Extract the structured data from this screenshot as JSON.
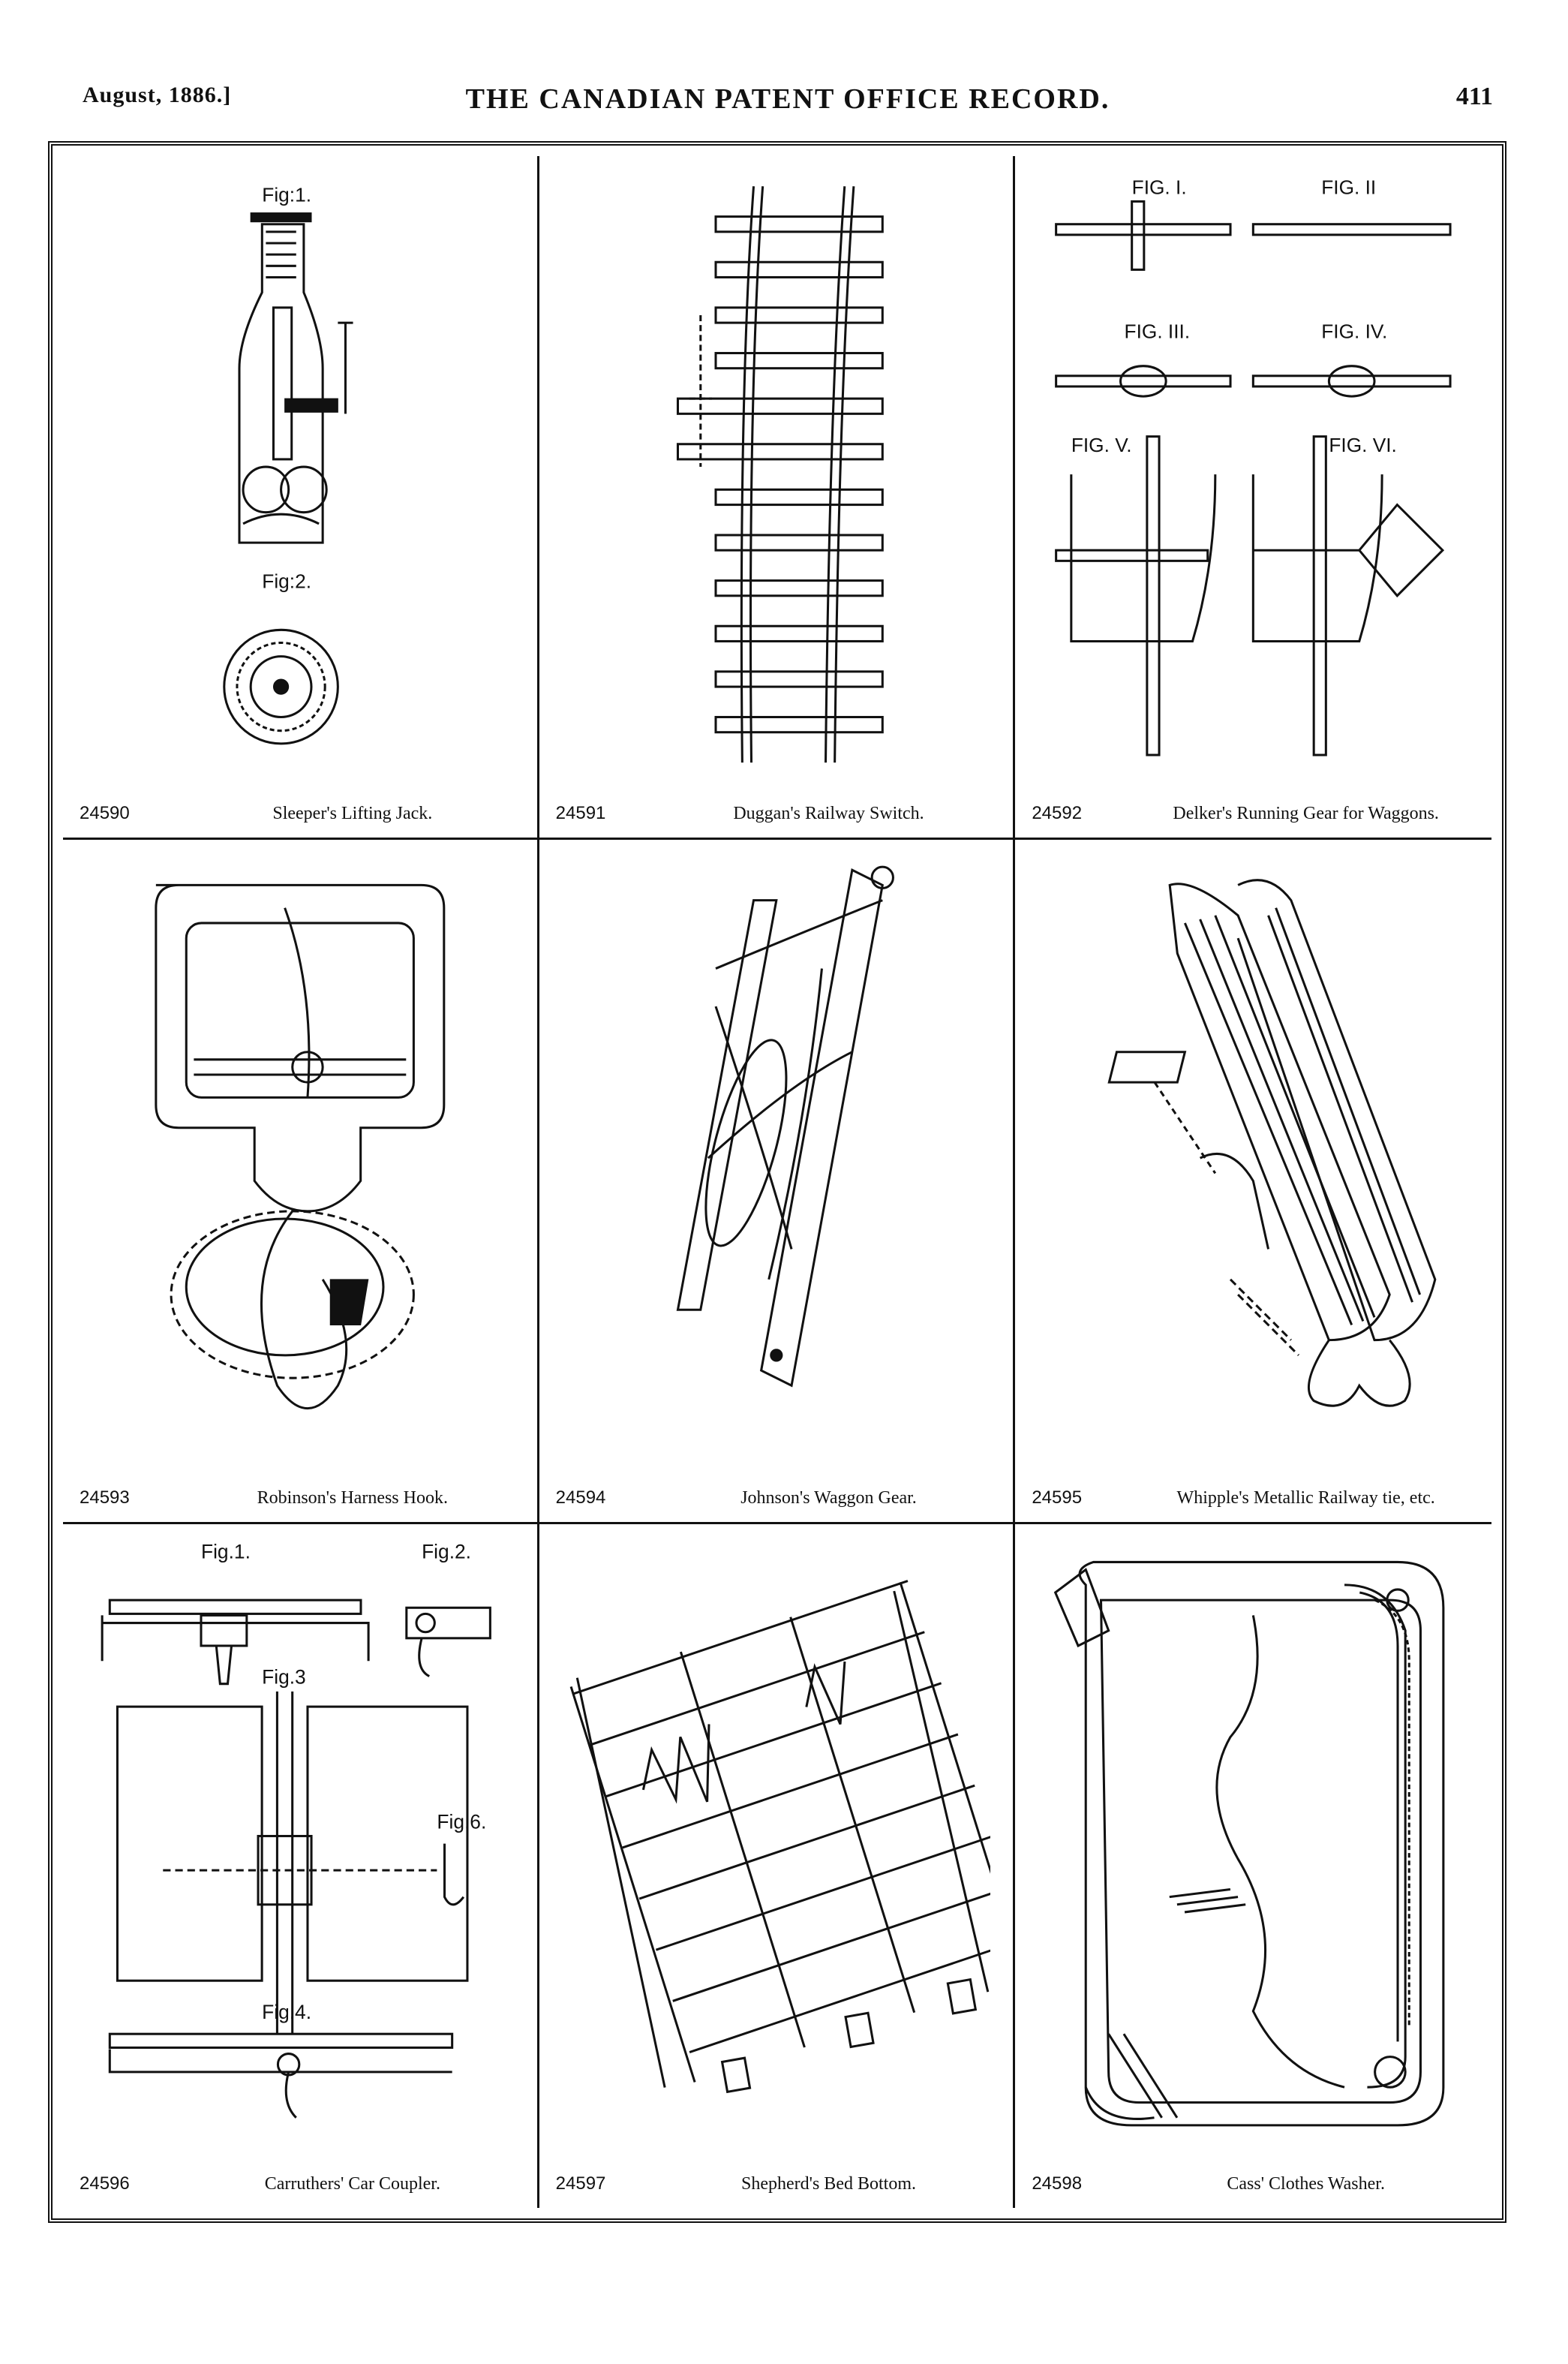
{
  "header": {
    "date": "August, 1886.]",
    "title": "THE CANADIAN PATENT OFFICE RECORD.",
    "page": "411"
  },
  "patents": [
    {
      "number": "24590",
      "title": "Sleeper's Lifting Jack.",
      "fig_labels": [
        "Fig:1.",
        "Fig:2."
      ]
    },
    {
      "number": "24591",
      "title": "Duggan's Railway Switch."
    },
    {
      "number": "24592",
      "title": "Delker's Running Gear for Waggons.",
      "fig_labels": [
        "FIG. I.",
        "FIG. II",
        "FIG. III.",
        "FIG. IV.",
        "FIG. V.",
        "FIG. VI."
      ]
    },
    {
      "number": "24593",
      "title": "Robinson's Harness Hook."
    },
    {
      "number": "24594",
      "title": "Johnson's Waggon Gear."
    },
    {
      "number": "24595",
      "title": "Whipple's Metallic Railway tie, etc."
    },
    {
      "number": "24596",
      "title": "Carruthers' Car Coupler.",
      "fig_labels": [
        "Fig.1.",
        "Fig.2.",
        "Fig.3",
        "Fig.4.",
        "Fig.6."
      ]
    },
    {
      "number": "24597",
      "title": "Shepherd's Bed Bottom."
    },
    {
      "number": "24598",
      "title": "Cass' Clothes Washer."
    }
  ]
}
